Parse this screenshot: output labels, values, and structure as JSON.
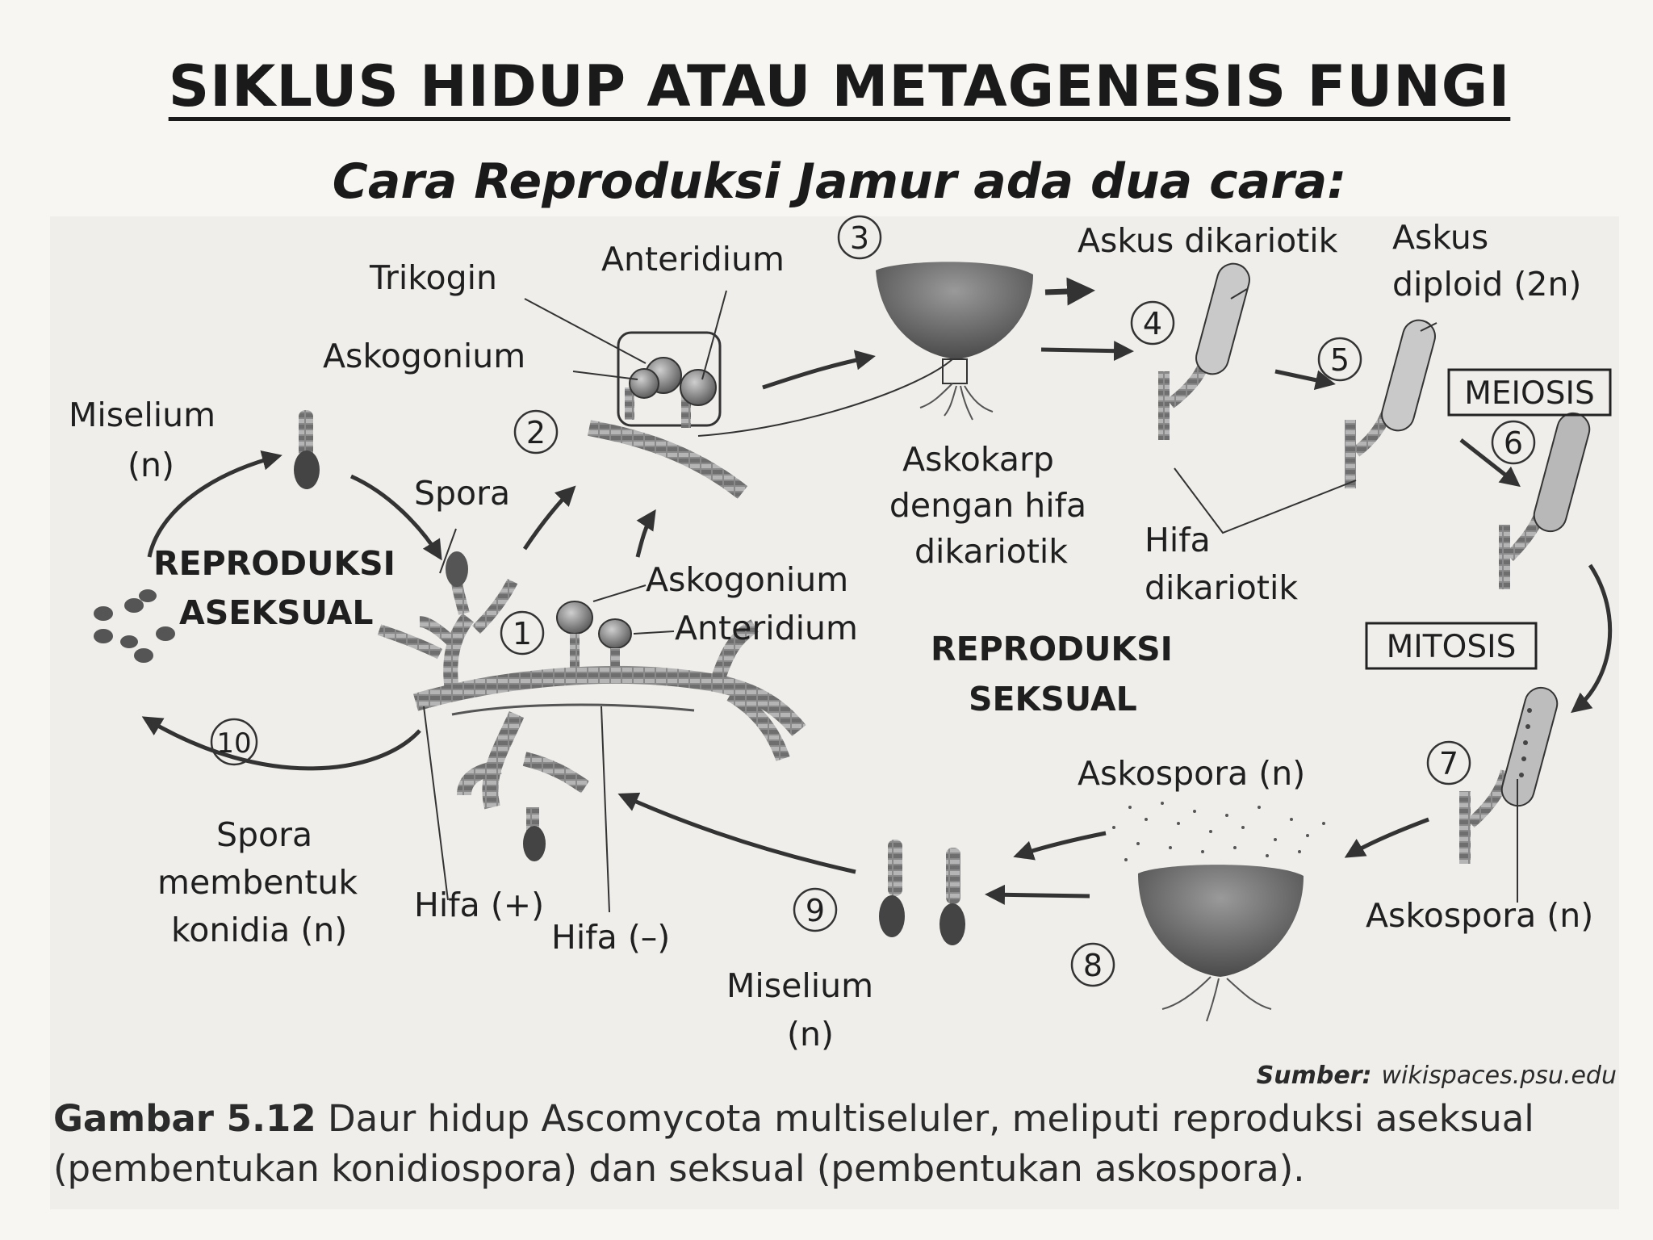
{
  "title": "SIKLUS HIDUP ATAU METAGENESIS FUNGI",
  "subtitle": "Cara Reproduksi Jamur ada dua cara:",
  "diagram": {
    "labels": {
      "trikogin": "Trikogin",
      "anteridium_top": "Anteridium",
      "askogonium_top": "Askogonium",
      "miselium_top": "Miselium",
      "miselium_top_n": "(n)",
      "spora": "Spora",
      "reproduksi_aseksual_1": "REPRODUKSI",
      "reproduksi_aseksual_2": "ASEKSUAL",
      "askogonium_mid": "Askogonium",
      "anteridium_mid": "Anteridium",
      "askus_dikariotik": "Askus dikariotik",
      "askus_diploid_1": "Askus",
      "askus_diploid_2": "diploid (2n)",
      "askokarp_1": "Askokarp",
      "askokarp_2": "dengan hifa",
      "askokarp_3": "dikariotik",
      "hifa_dikariotik_1": "Hifa",
      "hifa_dikariotik_2": "dikariotik",
      "meiosis": "MEIOSIS",
      "mitosis": "MITOSIS",
      "reproduksi_seksual_1": "REPRODUKSI",
      "reproduksi_seksual_2": "SEKSUAL",
      "askospora_top": "Askospora (n)",
      "askospora_bottom": "Askospora (n)",
      "spora_konidia_1": "Spora",
      "spora_konidia_2": "membentuk",
      "spora_konidia_3": "konidia (n)",
      "hifa_plus": "Hifa (+)",
      "hifa_minus": "Hifa (–)",
      "miselium_bottom": "Miselium",
      "miselium_bottom_n": "(n)"
    },
    "steps": [
      "1",
      "2",
      "3",
      "4",
      "5",
      "6",
      "7",
      "8",
      "9",
      "10"
    ]
  },
  "source_prefix": "Sumber:",
  "source": "wikispaces.psu.edu",
  "caption": {
    "prefix": "Gambar 5.12",
    "text": " Daur hidup Ascomycota multiseluler, meliputi reproduksi aseksual (pembentukan konidiospora) dan seksual (pembentukan askospora)."
  }
}
